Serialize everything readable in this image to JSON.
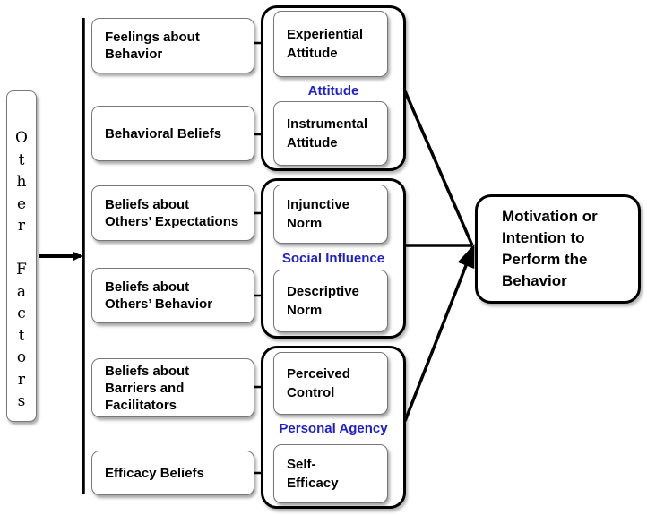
{
  "other_factors": {
    "letters": [
      "O",
      "t",
      "h",
      "e",
      "r",
      "",
      "F",
      "a",
      "c",
      "t",
      "o",
      "r",
      "s"
    ]
  },
  "beliefs": [
    {
      "text": "Feelings about\nBehavior"
    },
    {
      "text": "Behavioral Beliefs"
    },
    {
      "text": "Beliefs about\nOthers’ Expectations"
    },
    {
      "text": "Beliefs about\nOthers’ Behavior"
    },
    {
      "text": "Beliefs about\nBarriers and\nFacilitators"
    },
    {
      "text": "Efficacy Beliefs"
    }
  ],
  "groups": [
    {
      "label": "Attitude",
      "label_color": "#1f1fd1",
      "items": [
        "Experiential\nAttitude",
        "Instrumental\nAttitude"
      ]
    },
    {
      "label": "Social Influence",
      "label_color": "#1f1fd1",
      "items": [
        "Injunctive\nNorm",
        "Descriptive\nNorm"
      ]
    },
    {
      "label": "Personal Agency",
      "label_color": "#1f1fd1",
      "items": [
        "Perceived\nControl",
        "Self-\nEfficacy"
      ]
    }
  ],
  "outcome": {
    "text": "Motivation or\nIntention to\nPerform the\nBehavior"
  }
}
